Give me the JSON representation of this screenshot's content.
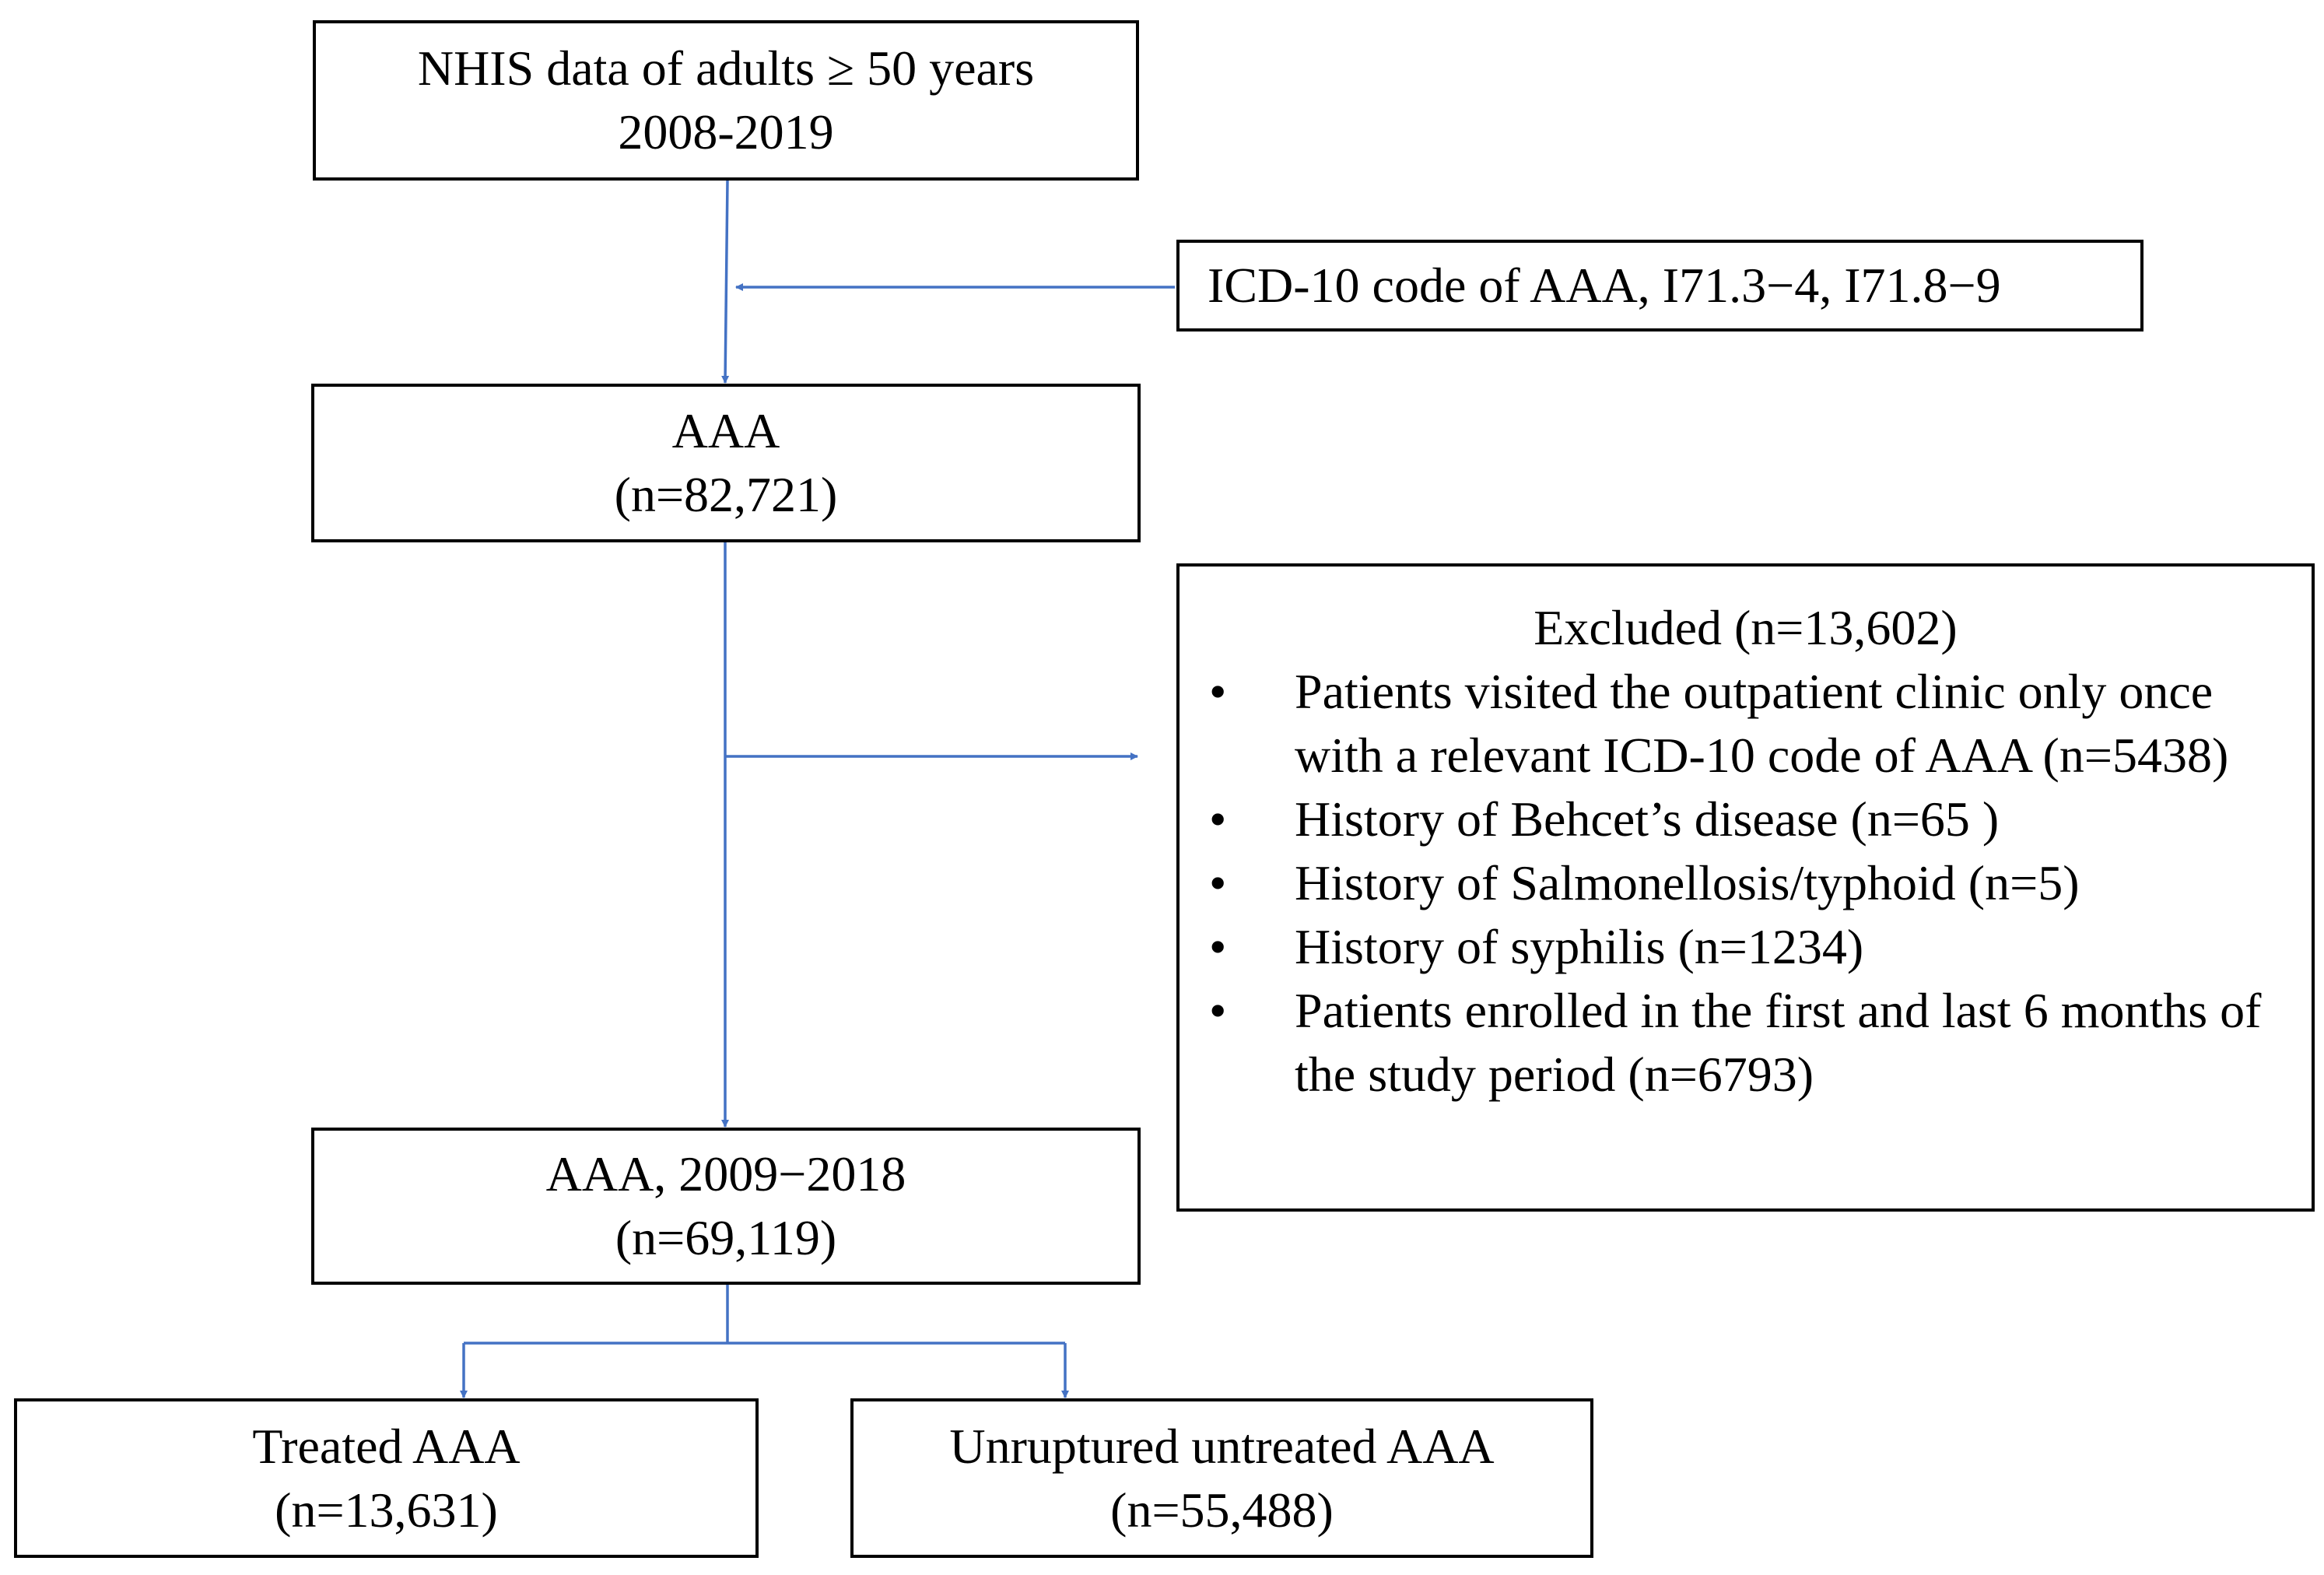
{
  "colors": {
    "arrow": "#4472C4",
    "box_border": "#000000",
    "text": "#000000"
  },
  "boxes": {
    "source": {
      "line1": "NHIS data of adults ≥ 50 years",
      "line2": "2008-2019"
    },
    "icd_criteria": {
      "text": "ICD-10 code of AAA, I71.3−4, I71.8−9"
    },
    "aaa": {
      "line1": "AAA",
      "line2": "(n=82,721)"
    },
    "excluded": {
      "title": "Excluded  (n=13,602)",
      "bullet_symbol": "•",
      "items": [
        "Patients visited the outpatient clinic only once with a relevant ICD-10 code of AAA (n=5438)",
        "History of Behcet’s disease  (n=65 )",
        "History of Salmonellosis/typhoid  (n=5)",
        "History of syphilis  (n=1234)",
        "Patients enrolled in the first and last 6 months of the study period  (n=6793)"
      ]
    },
    "aaa_period": {
      "line1": "AAA, 2009−2018",
      "line2": "(n=69,119)"
    },
    "treated": {
      "line1": "Treated AAA",
      "line2": "(n=13,631)"
    },
    "untreated": {
      "line1": "Unruptured untreated AAA",
      "line2": "(n=55,488)"
    }
  }
}
